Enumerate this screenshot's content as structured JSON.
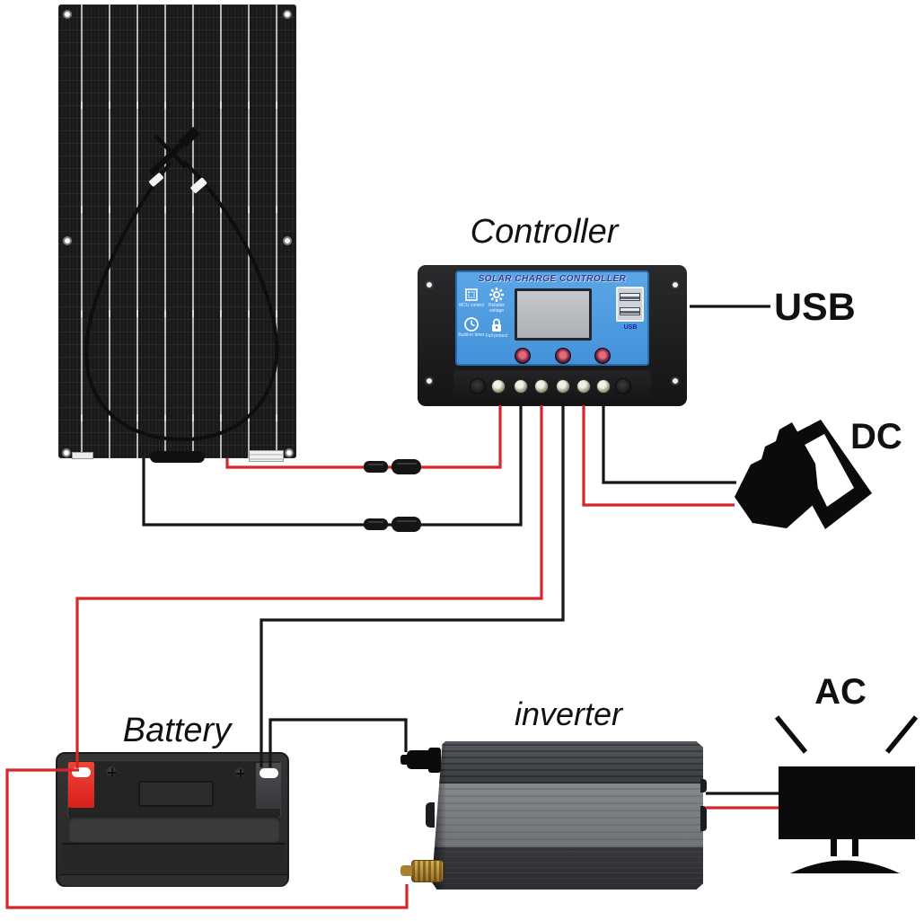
{
  "labels": {
    "controller": "Controller",
    "usb": "USB",
    "dc": "DC",
    "battery": "Battery",
    "inverter": "inverter",
    "ac": "AC"
  },
  "controller": {
    "title": "SOLAR CHARGE CONTROLLER",
    "features": [
      {
        "icon": "mcu-chip",
        "label": "MCU control"
      },
      {
        "icon": "gear",
        "label": "Reliable voltage"
      },
      {
        "icon": "clock",
        "label": "Build-in timer"
      },
      {
        "icon": "padlock",
        "label": "Full protect"
      }
    ],
    "usb_caption": "USB",
    "buttons": 3,
    "terminals": 6
  },
  "components": [
    {
      "name": "solar-panel",
      "type": "flexible solar panel with MC4 cable loop"
    },
    {
      "name": "controller",
      "type": "solar charge controller"
    },
    {
      "name": "battery",
      "type": "12V battery"
    },
    {
      "name": "inverter",
      "type": "power inverter"
    },
    {
      "name": "dc-plug",
      "type": "DC output plug"
    },
    {
      "name": "ac-monitor",
      "type": "AC load (monitor)"
    }
  ],
  "wires": [
    {
      "id": "pv-positive",
      "color": "red",
      "from": "solar-panel",
      "to": "controller"
    },
    {
      "id": "pv-negative",
      "color": "black",
      "from": "solar-panel",
      "to": "controller"
    },
    {
      "id": "battery-positive",
      "color": "red",
      "from": "controller",
      "to": "battery"
    },
    {
      "id": "battery-negative",
      "color": "black",
      "from": "controller",
      "to": "battery"
    },
    {
      "id": "load-positive",
      "color": "red",
      "from": "controller",
      "to": "dc-plug"
    },
    {
      "id": "load-negative",
      "color": "black",
      "from": "controller",
      "to": "dc-plug"
    },
    {
      "id": "inverter-positive",
      "color": "red",
      "from": "battery",
      "to": "inverter"
    },
    {
      "id": "inverter-negative",
      "color": "black",
      "from": "battery",
      "to": "inverter"
    },
    {
      "id": "ac-output-negative",
      "color": "black",
      "from": "inverter",
      "to": "ac-monitor"
    },
    {
      "id": "ac-output-positive",
      "color": "red",
      "from": "inverter",
      "to": "ac-monitor"
    }
  ],
  "colors": {
    "wire_red": "#d6262b",
    "wire_black": "#161616",
    "controller_blue": "#4d9ce2",
    "battery_terminal_red": "#e23128",
    "brass": "#b8862e"
  }
}
